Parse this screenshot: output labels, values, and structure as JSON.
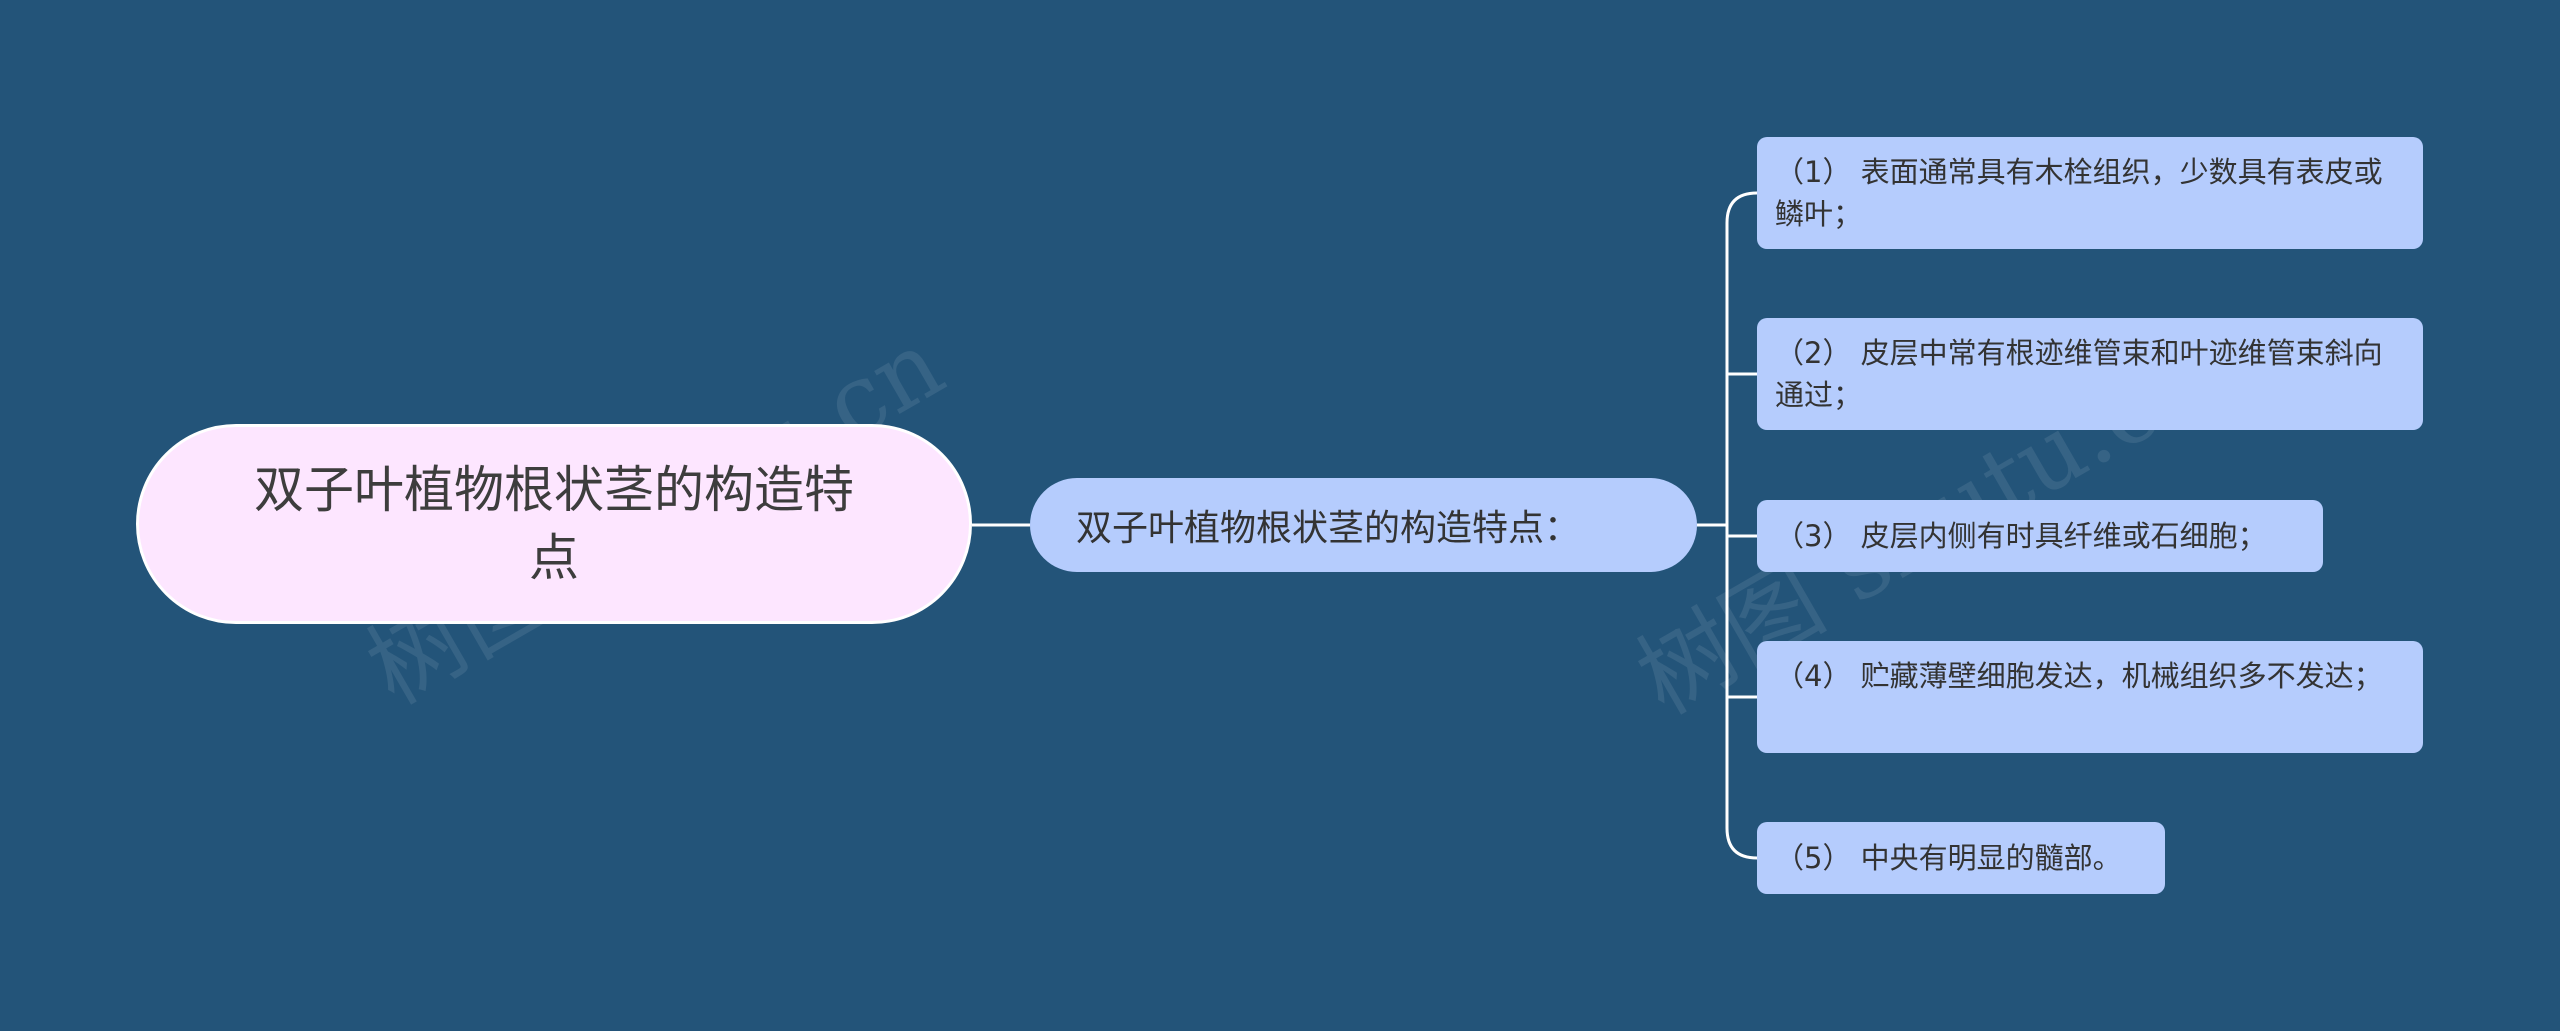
{
  "watermark": {
    "text": "树图 shutu.cn"
  },
  "root": {
    "label": "双子叶植物根状茎的构造特点"
  },
  "branch": {
    "label": "双子叶植物根状茎的构造特点："
  },
  "leaves": [
    {
      "label": "（1） 表面通常具有木栓组织，少数具有表皮或鳞叶；"
    },
    {
      "label": "（2） 皮层中常有根迹维管束和叶迹维管束斜向通过；"
    },
    {
      "label": "（3） 皮层内侧有时具纤维或石细胞；"
    },
    {
      "label": "（4） 贮藏薄壁细胞发达，机械组织多不发达；"
    },
    {
      "label": "（5） 中央有明显的髓部。"
    }
  ],
  "colors": {
    "background": "#235479",
    "root_fill": "#fde6ff",
    "node_fill": "#b5ccfd",
    "connector": "#ffffff"
  }
}
